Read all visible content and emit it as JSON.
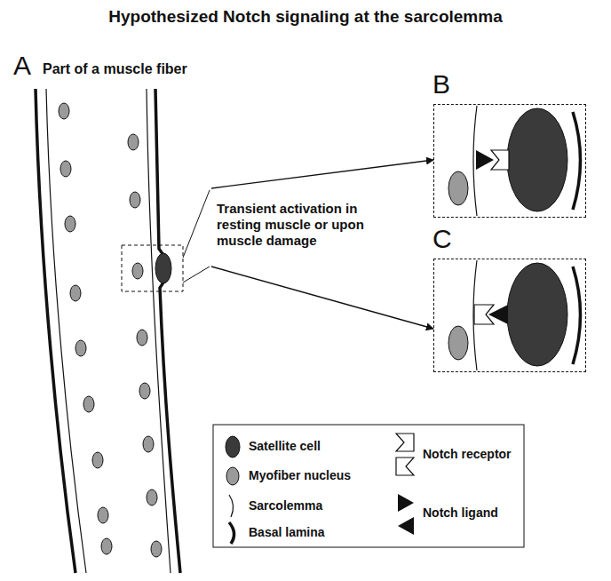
{
  "diagram": {
    "title": "Hypothesized Notch signaling at the sarcolemma",
    "nodes": [
      {
        "text": [
          "A",
          "Part of a muscle fiber"
        ]
      },
      {
        "text": [
          "B"
        ]
      },
      {
        "text": [
          "C"
        ]
      }
    ],
    "edges": [
      {
        "from": 0,
        "to": 1,
        "arrow": "to"
      },
      {
        "from": 0,
        "to": 2,
        "arrow": "to"
      }
    ],
    "labels": [
      "Transient activation in resting muscle or upon muscle damage"
    ],
    "legend": [
      {
        "text": "Satellite cell"
      },
      {
        "text": "Myofiber nucleus"
      },
      {
        "text": "Sarcolemma"
      },
      {
        "text": "Basal lamina"
      },
      {
        "text": "Notch receptor"
      },
      {
        "text": "Notch ligand"
      }
    ]
  }
}
